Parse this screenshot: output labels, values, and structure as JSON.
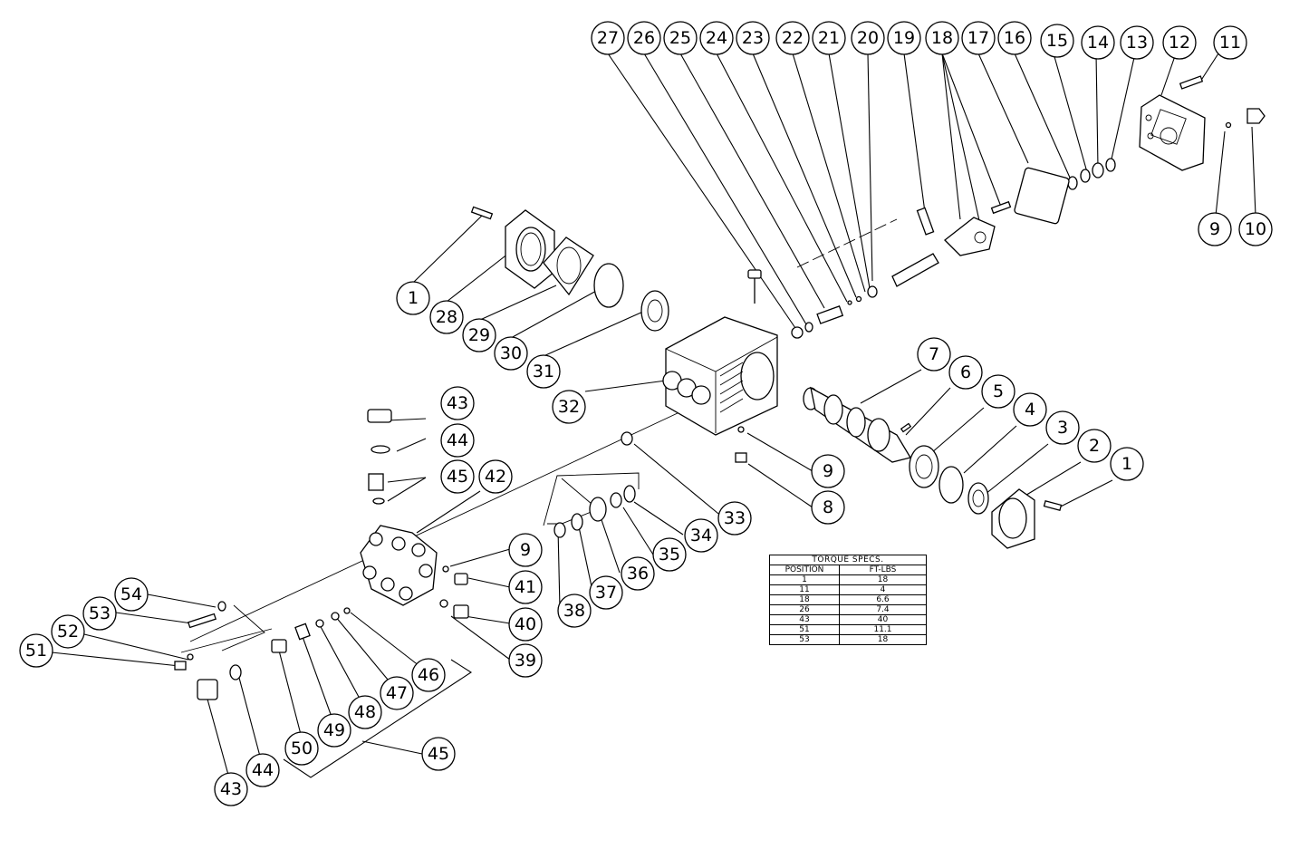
{
  "callouts": [
    "1",
    "2",
    "3",
    "4",
    "5",
    "6",
    "7",
    "8",
    "9",
    "10",
    "11",
    "12",
    "13",
    "14",
    "15",
    "16",
    "17",
    "18",
    "19",
    "20",
    "21",
    "22",
    "23",
    "24",
    "25",
    "26",
    "27",
    "28",
    "29",
    "30",
    "31",
    "32",
    "33",
    "34",
    "35",
    "36",
    "37",
    "38",
    "39",
    "40",
    "41",
    "42",
    "43",
    "44",
    "45",
    "46",
    "47",
    "48",
    "49",
    "50",
    "51",
    "52",
    "53",
    "54"
  ],
  "torque_table": {
    "title": "TORQUE SPECS.",
    "headers": [
      "POSITION",
      "FT-LBS"
    ],
    "rows": [
      [
        "1",
        "18"
      ],
      [
        "11",
        "4"
      ],
      [
        "18",
        "6.6"
      ],
      [
        "26",
        "7.4"
      ],
      [
        "43",
        "40"
      ],
      [
        "51",
        "11.1"
      ],
      [
        "53",
        "18"
      ]
    ]
  }
}
